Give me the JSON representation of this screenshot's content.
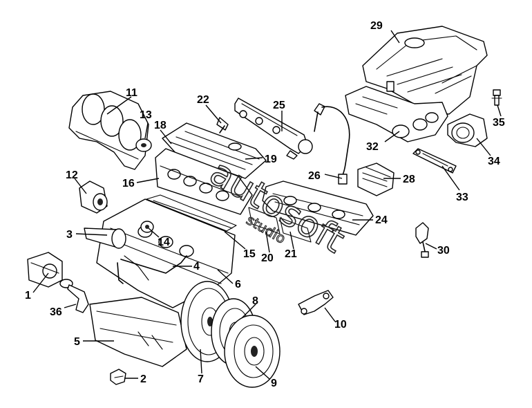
{
  "diagram": {
    "callouts": [
      "1",
      "2",
      "3",
      "4",
      "5",
      "6",
      "7",
      "8",
      "9",
      "10",
      "11",
      "12",
      "13",
      "14",
      "15",
      "16",
      "18",
      "19",
      "20",
      "21",
      "22",
      "24",
      "25",
      "26",
      "28",
      "29",
      "30",
      "32",
      "33",
      "34",
      "35",
      "36"
    ],
    "watermark": "autosoft",
    "watermark_sub": "studio"
  }
}
